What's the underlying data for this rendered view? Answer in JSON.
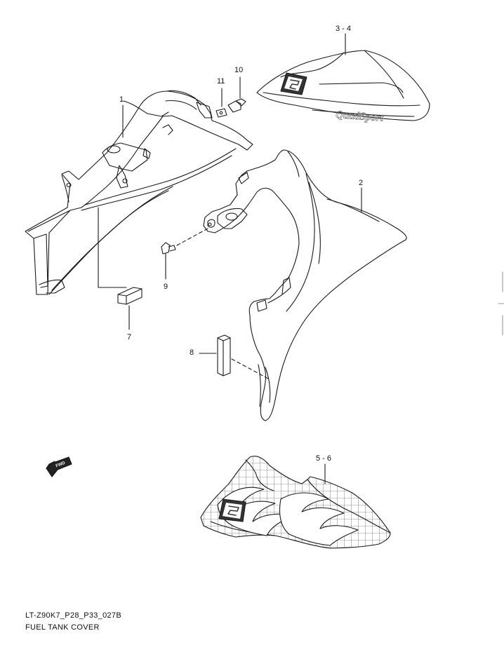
{
  "callouts": {
    "c1": "1",
    "c2": "2",
    "c3_4": "3 - 4",
    "c5_6": "5 - 6",
    "c7": "7",
    "c8": "8",
    "c9": "9",
    "c10": "10",
    "c11": "11"
  },
  "decal_text": {
    "quadsport": "QuadSport",
    "fwd": "FWD"
  },
  "footer": {
    "code": "LT-Z90K7_P28_P33_027B",
    "title": "FUEL TANK COVER"
  },
  "colors": {
    "line": "#1a1a1a",
    "decal": "#6b6b6b"
  }
}
